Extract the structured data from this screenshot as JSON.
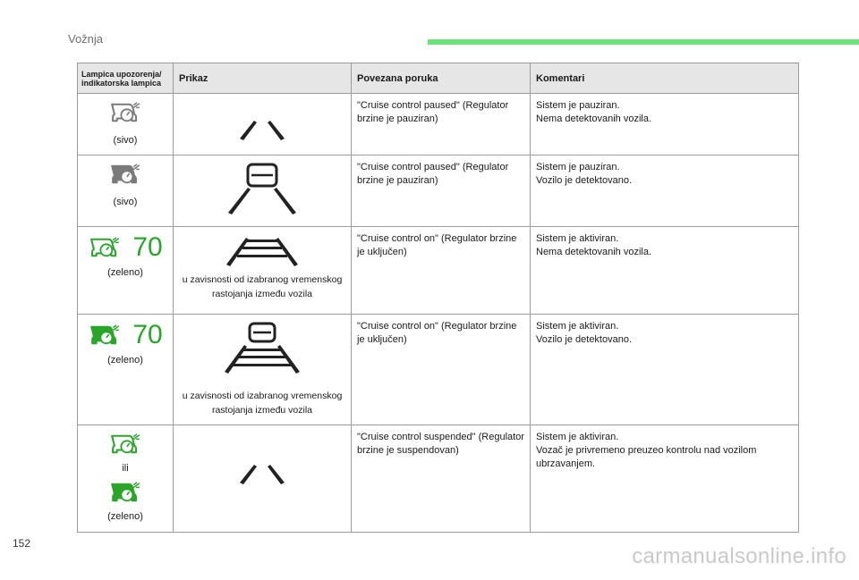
{
  "header": {
    "title": "Vožnja"
  },
  "colors": {
    "accent_bar": "#6de07c",
    "lamp_grey": "#7a7a7a",
    "lamp_green": "#2aa52a"
  },
  "table": {
    "headers": [
      "Lampica upozorenja/ indikatorska lampica",
      "Prikaz",
      "Povezana poruka",
      "Komentari"
    ],
    "rows": [
      {
        "lamp_icon": "cruise-control-outline-icon",
        "lamp_label": "(sivo)",
        "display_icon": "lane-lines-icon",
        "display_note": "",
        "message": "\"Cruise control paused\" (Regulator brzine je pauziran)",
        "comment_1": "Sistem je pauziran.",
        "comment_2": "Nema detektovanih vozila."
      },
      {
        "lamp_icon": "cruise-control-filled-icon",
        "lamp_label": "(sivo)",
        "display_icon": "lane-lines-vehicle-icon",
        "display_note": "",
        "message": "\"Cruise control paused\" (Regulator brzine je pauziran)",
        "comment_1": "Sistem je pauziran.",
        "comment_2": "Vozilo je detektovano."
      },
      {
        "lamp_icon": "cruise-control-outline-icon",
        "lamp_speed": "70",
        "lamp_label": "(zeleno)",
        "display_icon": "lane-distance-bars-icon",
        "display_note": "u zavisnosti od izabranog vremenskog rastojanja između vozila",
        "message": "\"Cruise control on\" (Regulator brzine je uključen)",
        "comment_1": "Sistem je aktiviran.",
        "comment_2": "Nema detektovanih vozila."
      },
      {
        "lamp_icon": "cruise-control-filled-icon",
        "lamp_speed": "70",
        "lamp_label": "(zeleno)",
        "display_icon": "lane-distance-bars-vehicle-icon",
        "display_note": "u zavisnosti od izabranog vremenskog rastojanja između vozila",
        "message": "\"Cruise control on\" (Regulator brzine je uključen)",
        "comment_1": "Sistem je aktiviran.",
        "comment_2": "Vozilo je detektovano."
      },
      {
        "lamp_icon": "cruise-control-outline-icon",
        "lamp_or": "ili",
        "lamp_icon_alt": "cruise-control-filled-icon",
        "lamp_label": "(zeleno)",
        "display_icon": "lane-lines-icon",
        "display_note": "",
        "message": "\"Cruise control suspended\" (Regulator brzine je suspendovan)",
        "comment_1": "Sistem je aktiviran.",
        "comment_2": "Vozač je privremeno preuzeo kontrolu nad vozilom ubrzavanjem."
      }
    ]
  },
  "footer": {
    "page_number": "152",
    "watermark": "carmanualsonline.info"
  }
}
